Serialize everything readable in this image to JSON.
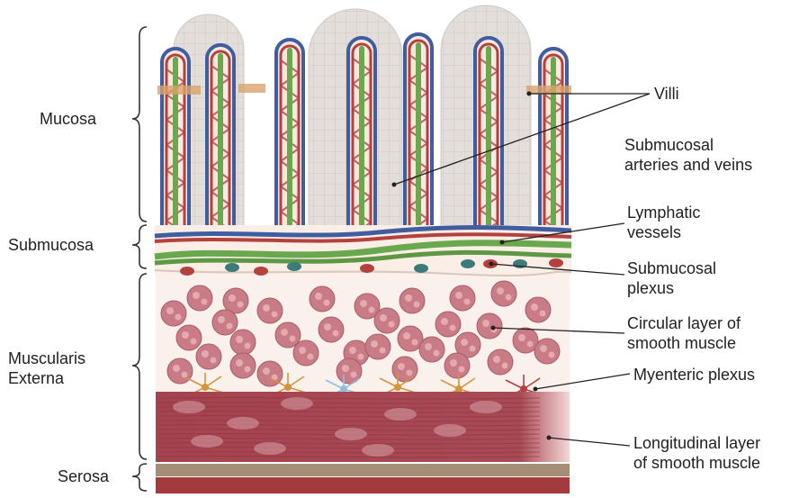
{
  "left_labels": {
    "mucosa": "Mucosa",
    "submucosa": "Submucosa",
    "muscularis_line1": "Muscularis",
    "muscularis_line2": "Externa",
    "serosa": "Serosa"
  },
  "right_labels": {
    "villi": "Villi",
    "submucosal_vessels_line1": "Submucosal",
    "submucosal_vessels_line2": "arteries and veins",
    "lymphatic_line1": "Lymphatic",
    "lymphatic_line2": "vessels",
    "submucosal_plexus_line1": "Submucosal",
    "submucosal_plexus_line2": "plexus",
    "circular_line1": "Circular layer of",
    "circular_line2": "smooth muscle",
    "myenteric": "Myenteric plexus",
    "longitudinal_line1": "Longitudinal layer",
    "longitudinal_line2": "of smooth muscle"
  },
  "colors": {
    "villus_epithelium": "#e4deda",
    "villus_core": "#f6e2d6",
    "artery": "#b5413f",
    "vein": "#3f5d9f",
    "lymphatic": "#6aa84f",
    "muscle_cluster": "#c97b86",
    "longitudinal_muscle": "#a5434f",
    "serosa_top": "#a48e77",
    "serosa_bottom": "#a23a3e",
    "neuron_orange": "#d5943a",
    "neuron_blue": "#8fbfe0",
    "plexus_teal": "#3d7a7a"
  }
}
